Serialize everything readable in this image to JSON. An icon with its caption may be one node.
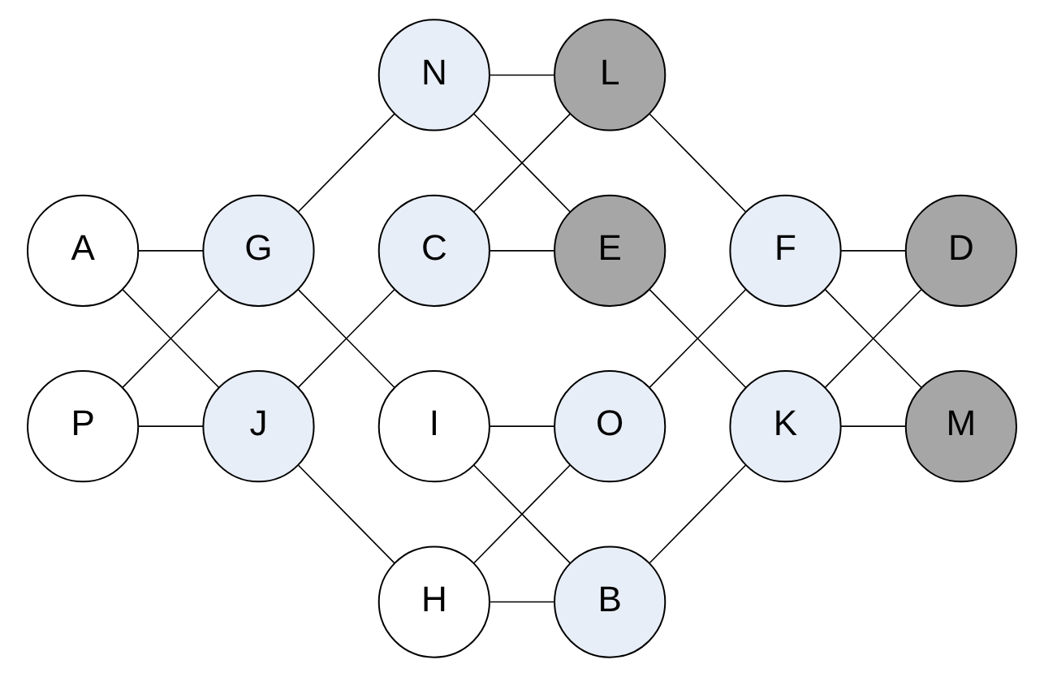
{
  "diagram": {
    "nodes": [
      {
        "text": [
          "A"
        ]
      },
      {
        "text": [
          "P"
        ]
      },
      {
        "text": [
          "G"
        ]
      },
      {
        "text": [
          "J"
        ]
      },
      {
        "text": [
          "N"
        ]
      },
      {
        "text": [
          "C"
        ]
      },
      {
        "text": [
          "I"
        ]
      },
      {
        "text": [
          "H"
        ]
      },
      {
        "text": [
          "L"
        ]
      },
      {
        "text": [
          "E"
        ]
      },
      {
        "text": [
          "O"
        ]
      },
      {
        "text": [
          "B"
        ]
      },
      {
        "text": [
          "F"
        ]
      },
      {
        "text": [
          "K"
        ]
      },
      {
        "text": [
          "D"
        ]
      },
      {
        "text": [
          "M"
        ]
      }
    ],
    "edges": [
      {
        "from": 0,
        "to": 2,
        "arrow": "none"
      },
      {
        "from": 0,
        "to": 3,
        "arrow": "none"
      },
      {
        "from": 1,
        "to": 2,
        "arrow": "none"
      },
      {
        "from": 1,
        "to": 3,
        "arrow": "none"
      },
      {
        "from": 2,
        "to": 4,
        "arrow": "none"
      },
      {
        "from": 2,
        "to": 6,
        "arrow": "none"
      },
      {
        "from": 3,
        "to": 5,
        "arrow": "none"
      },
      {
        "from": 3,
        "to": 7,
        "arrow": "none"
      },
      {
        "from": 4,
        "to": 8,
        "arrow": "none"
      },
      {
        "from": 4,
        "to": 9,
        "arrow": "none"
      },
      {
        "from": 5,
        "to": 8,
        "arrow": "none"
      },
      {
        "from": 5,
        "to": 9,
        "arrow": "none"
      },
      {
        "from": 6,
        "to": 10,
        "arrow": "none"
      },
      {
        "from": 6,
        "to": 11,
        "arrow": "none"
      },
      {
        "from": 7,
        "to": 10,
        "arrow": "none"
      },
      {
        "from": 7,
        "to": 11,
        "arrow": "none"
      },
      {
        "from": 8,
        "to": 12,
        "arrow": "none"
      },
      {
        "from": 9,
        "to": 13,
        "arrow": "none"
      },
      {
        "from": 10,
        "to": 12,
        "arrow": "none"
      },
      {
        "from": 11,
        "to": 13,
        "arrow": "none"
      },
      {
        "from": 12,
        "to": 14,
        "arrow": "none"
      },
      {
        "from": 12,
        "to": 15,
        "arrow": "none"
      },
      {
        "from": 13,
        "to": 14,
        "arrow": "none"
      },
      {
        "from": 13,
        "to": 15,
        "arrow": "none"
      }
    ]
  }
}
